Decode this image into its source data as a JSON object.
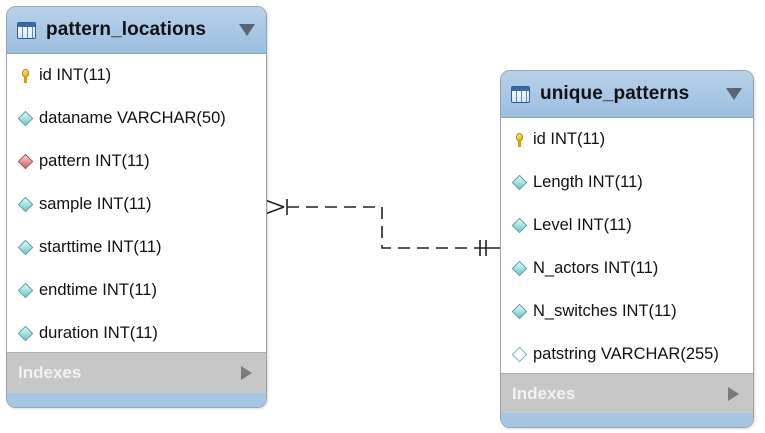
{
  "tables": [
    {
      "name": "pattern_locations",
      "columns": [
        {
          "label": "id INT(11)",
          "marker": "primary-key"
        },
        {
          "label": "dataname VARCHAR(50)",
          "marker": "not-null"
        },
        {
          "label": "pattern INT(11)",
          "marker": "foreign-key"
        },
        {
          "label": "sample INT(11)",
          "marker": "not-null"
        },
        {
          "label": "starttime INT(11)",
          "marker": "not-null"
        },
        {
          "label": "endtime INT(11)",
          "marker": "not-null"
        },
        {
          "label": "duration INT(11)",
          "marker": "not-null"
        }
      ],
      "indexes_label": "Indexes"
    },
    {
      "name": "unique_patterns",
      "columns": [
        {
          "label": "id INT(11)",
          "marker": "primary-key"
        },
        {
          "label": "Length INT(11)",
          "marker": "not-null"
        },
        {
          "label": "Level INT(11)",
          "marker": "not-null"
        },
        {
          "label": "N_actors INT(11)",
          "marker": "not-null"
        },
        {
          "label": "N_switches INT(11)",
          "marker": "not-null"
        },
        {
          "label": "patstring VARCHAR(255)",
          "marker": "nullable"
        }
      ],
      "indexes_label": "Indexes"
    }
  ],
  "relationship": {
    "from_cardinality": "many",
    "to_cardinality": "one",
    "style": "dashed"
  },
  "colors": {
    "header": "#a7c6e4",
    "indexes_bar": "#c7c7c7",
    "connector": "#222222"
  }
}
